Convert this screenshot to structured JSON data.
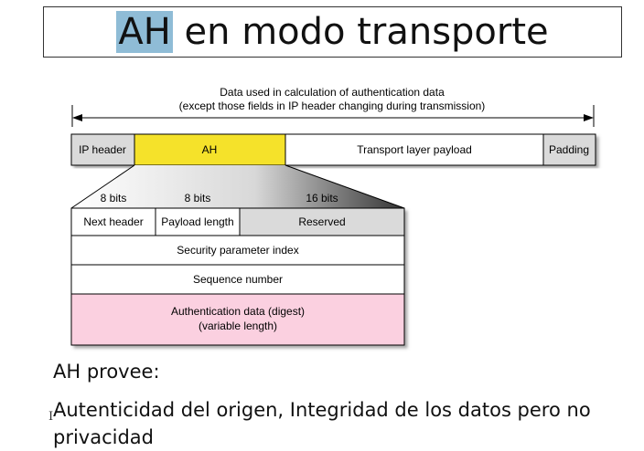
{
  "title": {
    "highlight": "AH",
    "rest": " en modo transporte"
  },
  "range_label": {
    "line1": "Data used in calculation of authentication data",
    "line2": "(except those fields in IP header changing during transmission)"
  },
  "packet": {
    "ip_header": "IP header",
    "ah": "AH",
    "payload": "Transport layer payload",
    "padding": "Padding"
  },
  "bits": {
    "b1": "8 bits",
    "b2": "8 bits",
    "b3": "16 bits"
  },
  "ah_fields": {
    "next_header": "Next header",
    "payload_length": "Payload length",
    "reserved": "Reserved",
    "spi": "Security parameter index",
    "sequence": "Sequence number",
    "auth_line1": "Authentication data (digest)",
    "auth_line2": "(variable length)"
  },
  "text": {
    "provides": "AH provee:",
    "detail": "Autenticidad del origen, Integridad de los datos pero no privacidad"
  },
  "colors": {
    "ah_yellow": "#f5e22a",
    "header_gray": "#dadada",
    "auth_pink": "#fbd0e0",
    "title_highlight": "#8fbcd6"
  }
}
